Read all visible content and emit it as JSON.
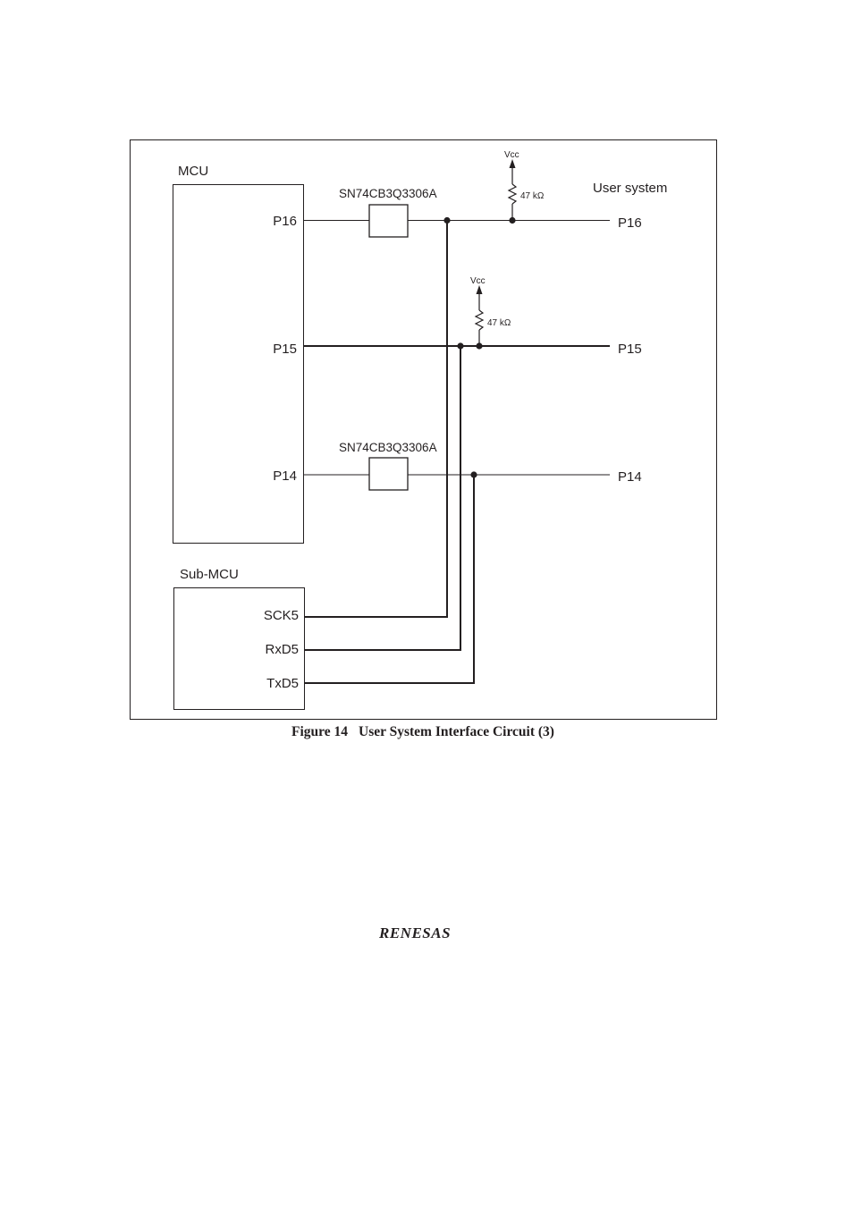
{
  "diagram": {
    "mcu_label": "MCU",
    "sub_mcu_label": "Sub-MCU",
    "user_system_label": "User system",
    "mcu_pins": [
      "P16",
      "P15",
      "P14"
    ],
    "user_pins": [
      "P16",
      "P15",
      "P14"
    ],
    "sub_mcu_pins": [
      "SCK5",
      "RxD5",
      "TxD5"
    ],
    "buffer_top_label": "SN74CB3Q3306A",
    "buffer_bottom_label": "SN74CB3Q3306A",
    "vcc_label_1": "Vcc",
    "vcc_label_2": "Vcc",
    "resistor_label_1": "47 kΩ",
    "resistor_label_2": "47 kΩ"
  },
  "caption": {
    "figure_number": "Figure 14",
    "figure_title": "User System Interface Circuit (3)"
  },
  "logo": {
    "text": "RENESAS"
  }
}
